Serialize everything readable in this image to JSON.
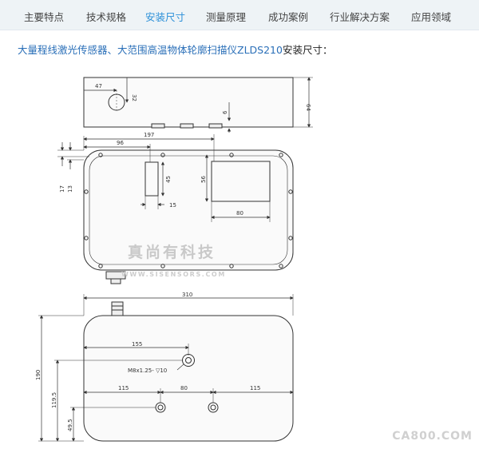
{
  "nav": {
    "tabs": [
      {
        "label": "主要特点",
        "active": false
      },
      {
        "label": "技术规格",
        "active": false
      },
      {
        "label": "安装尺寸",
        "active": true
      },
      {
        "label": "测量原理",
        "active": false
      },
      {
        "label": "成功案例",
        "active": false
      },
      {
        "label": "行业解决方案",
        "active": false
      },
      {
        "label": "应用领域",
        "active": false
      }
    ]
  },
  "heading": {
    "title": "大量程线激光传感器、大范围高温物体轮廓扫描仪ZLDS210",
    "suffix": "安装尺寸："
  },
  "drawing": {
    "side_view": {
      "d_47": "47",
      "d_32": "32",
      "d_64": "64",
      "d_6": "6"
    },
    "top_view": {
      "d_197": "197",
      "d_96": "96",
      "d_17": "17",
      "d_13": "13",
      "d_45": "45",
      "d_15": "15",
      "d_56": "56",
      "d_80": "80"
    },
    "watermark": {
      "company": "真尚有科技",
      "url": "WWW.SISENSORS.COM"
    },
    "bottom_view": {
      "d_310": "310",
      "d_155": "155",
      "thread": "M8x1.25- ▽10",
      "d_190": "190",
      "d_119_5": "119.5",
      "d_49_5": "49.5",
      "d_115_left": "115",
      "d_80": "80",
      "d_115_right": "115"
    }
  },
  "site_watermark": "CA800.COM"
}
